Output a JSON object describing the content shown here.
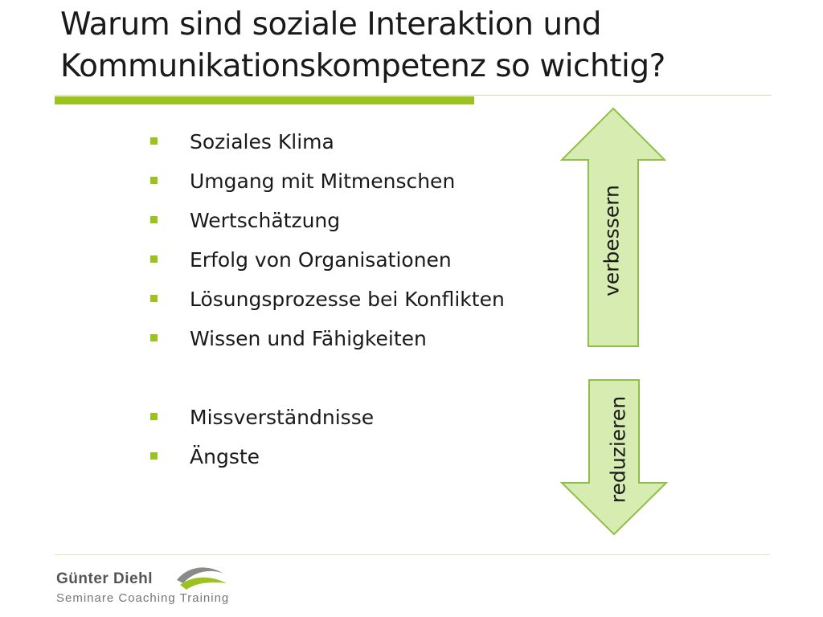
{
  "title": {
    "line1": "Warum sind soziale Interaktion und",
    "line2": "Kommunikationskompetenz so wichtig?"
  },
  "bullets_improve": [
    "Soziales Klima",
    "Umgang mit Mitmenschen",
    "Wertschätzung",
    "Erfolg von Organisationen",
    "Lösungsprozesse bei Konflikten",
    "Wissen und Fähigkeiten"
  ],
  "bullets_reduce": [
    "Missverständnisse",
    "Ängste"
  ],
  "arrows": {
    "up_label": "verbessern",
    "down_label": "reduzieren"
  },
  "footer": {
    "logo_name": "Günter Diehl",
    "logo_tagline": "Seminare Coaching Training"
  },
  "colors": {
    "accent": "#9bc320",
    "arrow_fill": "#d6ecb0",
    "arrow_stroke": "#8fbf4a"
  }
}
